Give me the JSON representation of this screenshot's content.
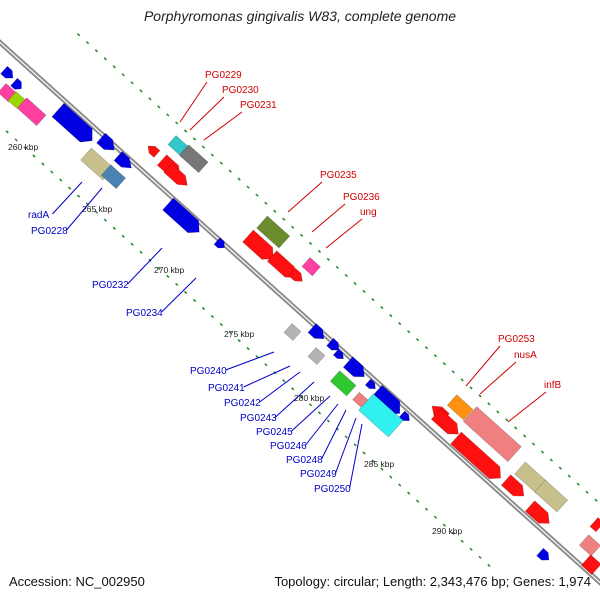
{
  "title": "Porphyromonas gingivalis W83, complete genome",
  "footer": {
    "accession": "Accession: NC_002950",
    "topology": "Topology: circular; Length: 2,343,476 bp; Genes: 1,974"
  },
  "colors": {
    "backbone": "#8c8c8c",
    "tick_dot": "#2c8a2c",
    "forward_label": "#d00000",
    "reverse_label": "#0000c8",
    "kbp_label": "#222222"
  },
  "kbp_ticks": [
    "260 kbp",
    "265 kbp",
    "270 kbp",
    "275 kbp",
    "280 kbp",
    "285 kbp",
    "290 kbp"
  ],
  "forward_labels": [
    "PG0229",
    "PG0230",
    "PG0231",
    "PG0235",
    "PG0236",
    "ung",
    "PG0253",
    "nusA",
    "infB"
  ],
  "reverse_labels": [
    "radA",
    "PG0228",
    "PG0232",
    "PG0234",
    "PG0240",
    "PG0241",
    "PG0242",
    "PG0243",
    "PG0245",
    "PG0246",
    "PG0248",
    "PG0249",
    "PG0250"
  ]
}
